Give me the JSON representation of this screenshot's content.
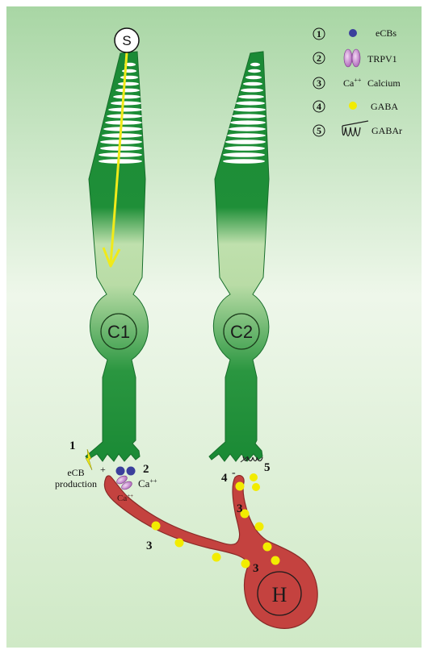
{
  "stimulus_label": "S",
  "cells": {
    "c1": "C1",
    "c2": "C2",
    "h": "H"
  },
  "legend": [
    {
      "num": "1",
      "label": "eCBs",
      "icon": "blue-dot-icon",
      "color": "#3b3f9c"
    },
    {
      "num": "2",
      "label": "TRPV1",
      "icon": "trpv1-channel-icon",
      "color": "#b77dc2"
    },
    {
      "num": "3",
      "prefix": "Ca",
      "sup": "++",
      "label": "Calcium",
      "icon": "calcium-text-icon"
    },
    {
      "num": "4",
      "label": "GABA",
      "icon": "yellow-dot-icon",
      "color": "#f2ec00"
    },
    {
      "num": "5",
      "label": "GABAr",
      "icon": "gabar-receptor-icon"
    }
  ],
  "annotations": {
    "n1": "1",
    "n2": "2",
    "n3a": "3",
    "n3b": "3",
    "n3c": "3",
    "n4": "4",
    "n5": "5",
    "plus": "+",
    "minus": "-",
    "ecb_line1": "eCB",
    "ecb_line2": "production",
    "ca_base": "Ca",
    "ca_sup": "++",
    "ca_inner_base": "Ca",
    "ca_inner_sup": "++"
  },
  "colors": {
    "cone_dark": "#1a8a35",
    "cone_light": "#b9dca6",
    "horizontal": "#c4423f",
    "gaba": "#f2ec00",
    "ecb": "#3b3f9c",
    "light_arrow": "#f0ea1a"
  }
}
